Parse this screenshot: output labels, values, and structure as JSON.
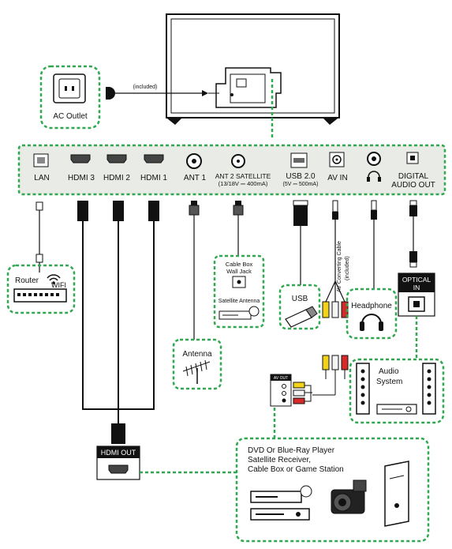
{
  "ports": {
    "lan": "LAN",
    "hdmi3": "HDMI 3",
    "hdmi2": "HDMI 2",
    "hdmi1": "HDMI 1",
    "ant1": "ANT 1",
    "ant2_line1": "ANT 2 SATELLITE",
    "ant2_line2": "(13/18V ⎓ 400mA)",
    "usb_line1": "USB 2.0",
    "usb_line2": "(5V ⎓ 500mA)",
    "av_in": "AV IN",
    "digital_audio_line1": "DIGITAL",
    "digital_audio_line2": "AUDIO OUT"
  },
  "power": {
    "ac_outlet": "AC Outlet",
    "included": "(included)"
  },
  "devices": {
    "router": "Router",
    "wifi": "WIFI",
    "cable_box_line1": "Cable Box",
    "cable_box_line2": "Wall Jack",
    "satellite_antenna": "Satellite Antenna",
    "usb": "USB",
    "av_cable_line1": "AV Converting Cable",
    "av_cable_line2": "(included)",
    "headphone": "Headphone",
    "optical_line1": "OPTICAL",
    "optical_line2": "IN",
    "antenna": "Antenna",
    "audio_system_line1": "Audio",
    "audio_system_line2": "System",
    "av_out": "AV OUT",
    "hdmi_out": "HDMI OUT",
    "players_line1": "DVD Or Blue-Ray Player",
    "players_line2": "Satellite Receiver,",
    "players_line3": "Cable Box or Game Station"
  },
  "colors": {
    "dashed_border": "#2fa84f",
    "panel_fill": "#e8ebe6",
    "rca_yellow": "#f2d21b",
    "rca_white": "#f4f4f4",
    "rca_red": "#d62a2a"
  }
}
